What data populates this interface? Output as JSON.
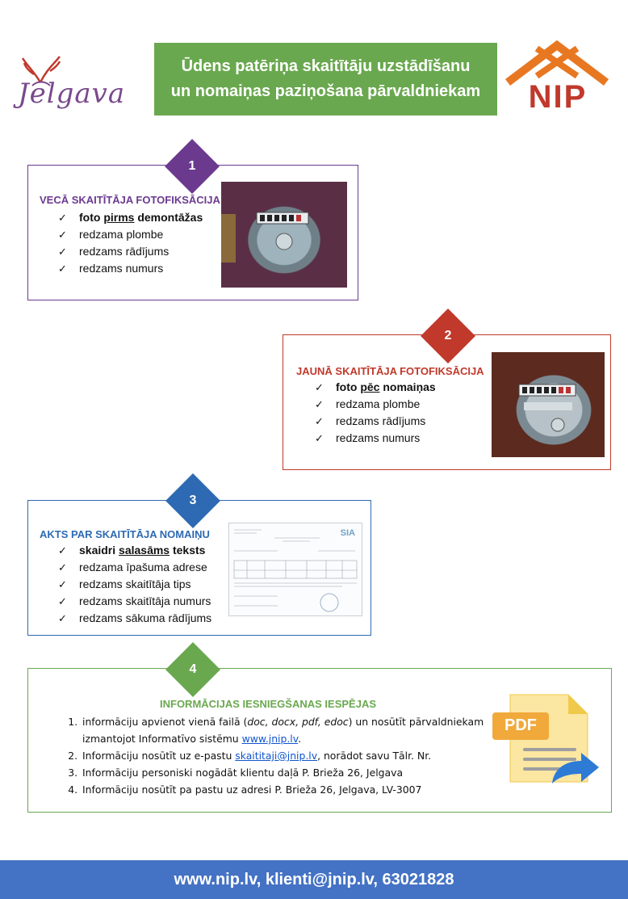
{
  "header": {
    "logo_left_text": "Jelgava",
    "title_line1": "Ūdens patēriņa skaitītāju uzstādīšanu",
    "title_line2": "un nomaiņas paziņošana pārvaldniekam",
    "logo_right_text": "NIP"
  },
  "colors": {
    "green": "#6aa84f",
    "purple": "#6b3a8f",
    "red": "#c0392b",
    "blue": "#2e6ab3",
    "footer_blue": "#4472c4"
  },
  "step1": {
    "number": "1",
    "title": "VECĀ SKAITĪTĀJA FOTOFIKSĀCIJA",
    "items": [
      {
        "pre": "foto ",
        "under": "pirms",
        "post": " demontāžas"
      },
      {
        "text": "redzama plombe"
      },
      {
        "text": "redzams rādījums"
      },
      {
        "text": "redzams numurs"
      }
    ]
  },
  "step2": {
    "number": "2",
    "title": "JAUNĀ SKAITĪTĀJA FOTOFIKSĀCIJA",
    "items": [
      {
        "pre": "foto ",
        "under": "pēc",
        "post": " nomaiņas"
      },
      {
        "text": "redzama plombe"
      },
      {
        "text": "redzams rādījums"
      },
      {
        "text": "redzams numurs"
      }
    ]
  },
  "step3": {
    "number": "3",
    "title": "AKTS PAR SKAITĪTĀJA NOMAIŅU",
    "items": [
      {
        "pre": "skaidri ",
        "under": "salasāms",
        "post": " teksts"
      },
      {
        "text": "redzama īpašuma adrese"
      },
      {
        "text": "redzams skaitītāja tips"
      },
      {
        "text": "redzams skaitītāja numurs"
      },
      {
        "text": "redzams sākuma rādījums"
      }
    ]
  },
  "step4": {
    "number": "4",
    "title": "INFORMĀCIJAS IESNIEGŠANAS IESPĒJAS",
    "items": [
      {
        "a": "informāciju apvienot vienā failā (",
        "italic": "doc, docx, pdf, edoc",
        "b": ") un nosūtīt pārvaldniekam izmantojot Informatīvo sistēmu ",
        "link": "www.jnip.lv",
        "c": "."
      },
      {
        "a": "Informāciju nosūtīt uz e-pastu ",
        "link": "skaititaji@jnip.lv",
        "c": ", norādot savu Tālr. Nr."
      },
      {
        "a": "Informāciju personiski nogādāt klientu daļā P. Brieža 26, Jelgava"
      },
      {
        "a": "Informāciju nosūtīt pa pastu uz adresi P.  Brieža 26, Jelgava, LV-3007"
      }
    ],
    "pdf_label": "PDF"
  },
  "footer": {
    "text": "www.nip.lv, klienti@jnip.lv, 63021828"
  }
}
